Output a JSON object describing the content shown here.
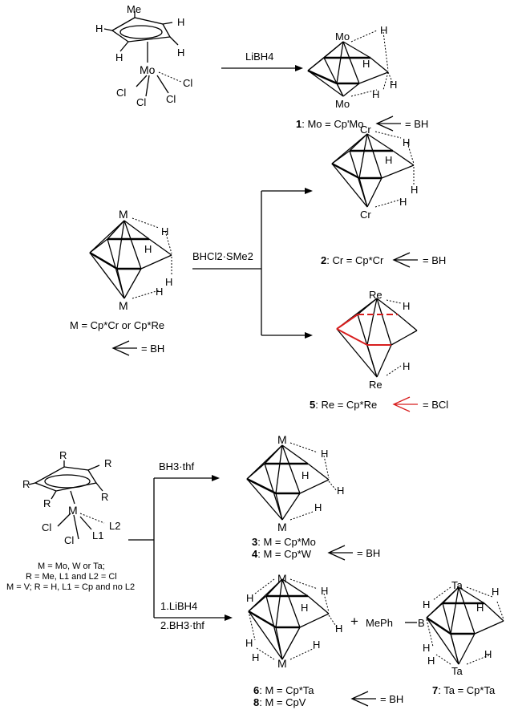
{
  "colors": {
    "ink": "#000000",
    "accent_red": "#d81e1e"
  },
  "scheme1": {
    "reactant_labels": {
      "me": "Me",
      "h": "H",
      "mo": "Mo",
      "cl": "Cl"
    },
    "reagent": "LiBH4",
    "product": {
      "metal_top": "Mo",
      "metal_bottom": "Mo",
      "h": "H",
      "caption_num": "1",
      "caption_text": ": Mo = Cp'Mo",
      "bh_text": "= BH"
    }
  },
  "scheme2": {
    "reactant": {
      "metal_top": "M",
      "metal_bottom": "M",
      "h": "H",
      "caption": "M = Cp*Cr or Cp*Re",
      "bh_text": "= BH"
    },
    "reagent": "BHCl2·SMe2",
    "product_cr": {
      "metal_top": "Cr",
      "metal_bottom": "Cr",
      "h": "H",
      "caption_num": "2",
      "caption_text": ": Cr = Cp*Cr",
      "bh_text": "= BH"
    },
    "product_re": {
      "metal_top": "Re",
      "metal_bottom": "Re",
      "h": "H",
      "caption_num": "5",
      "caption_text": ": Re = Cp*Re",
      "bcl_text": "= BCl"
    }
  },
  "scheme3": {
    "reactant": {
      "r": "R",
      "m": "M",
      "cl": "Cl",
      "l2": "L2",
      "l1": "L1",
      "note_line1": "M = Mo, W or Ta;",
      "note_line2": "R = Me, L1 and  L2 = Cl",
      "note_line3": "M = V; R = H, L1 = Cp and no L2"
    },
    "reagent_upper": "BH3·thf",
    "product_upper": {
      "metal_top": "M",
      "metal_bottom": "M",
      "h": "H",
      "caption3_num": "3",
      "caption3_text": ": M = Cp*Mo",
      "caption4_num": "4",
      "caption4_text": ": M = Cp*W",
      "bh_text": "= BH"
    },
    "reagent_lower_1": "1.LiBH4",
    "reagent_lower_2": "2.BH3·thf",
    "product_lower": {
      "metal_top": "M",
      "metal_bottom": "M",
      "h": "H",
      "caption6_num": "6",
      "caption6_text": ": M = Cp*Ta",
      "caption8_num": "8",
      "caption8_text": ": M = CpV",
      "bh_text": "= BH"
    },
    "plus": "+",
    "product_ta": {
      "metal_top": "Ta",
      "metal_bottom": "Ta",
      "h": "H",
      "prefix": "MePh",
      "boron": "B",
      "caption_num": "7",
      "caption_text": ": Ta = Cp*Ta"
    }
  }
}
